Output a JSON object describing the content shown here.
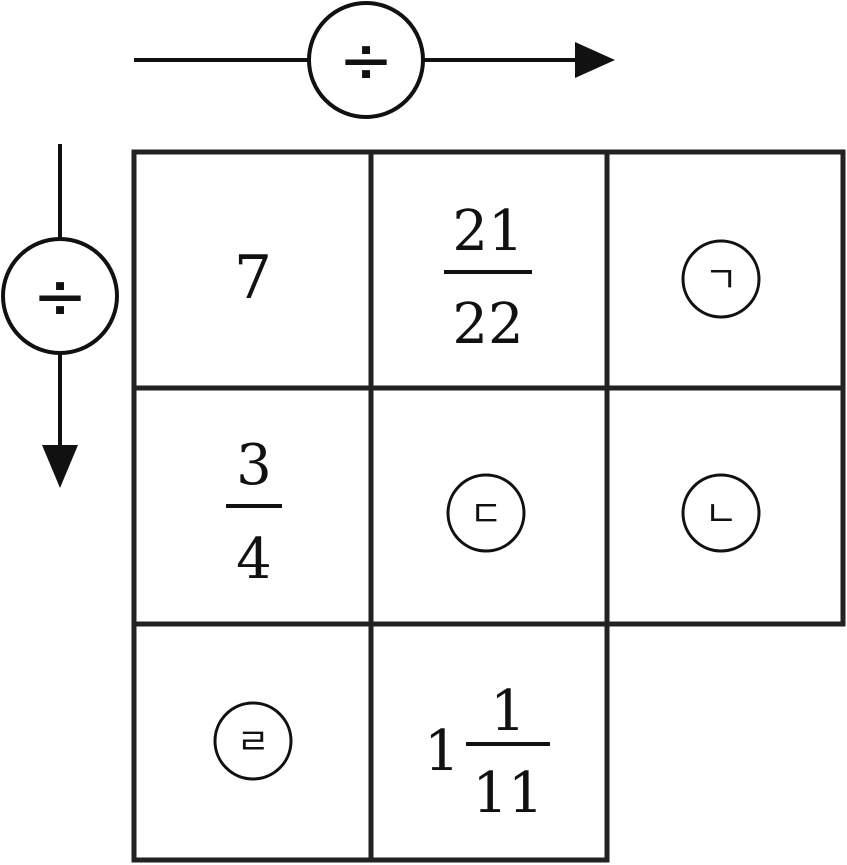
{
  "operators": {
    "horizontal": "÷",
    "vertical": "÷"
  },
  "cells": {
    "r1c1": "7",
    "r1c2": {
      "numerator": "21",
      "denominator": "22"
    },
    "r1c3": "ㄱ",
    "r2c1": {
      "numerator": "3",
      "denominator": "4"
    },
    "r2c2": "ㄷ",
    "r2c3": "ㄴ",
    "r3c1": "ㄹ",
    "r3c2": {
      "whole": "1",
      "numerator": "1",
      "denominator": "11"
    }
  }
}
